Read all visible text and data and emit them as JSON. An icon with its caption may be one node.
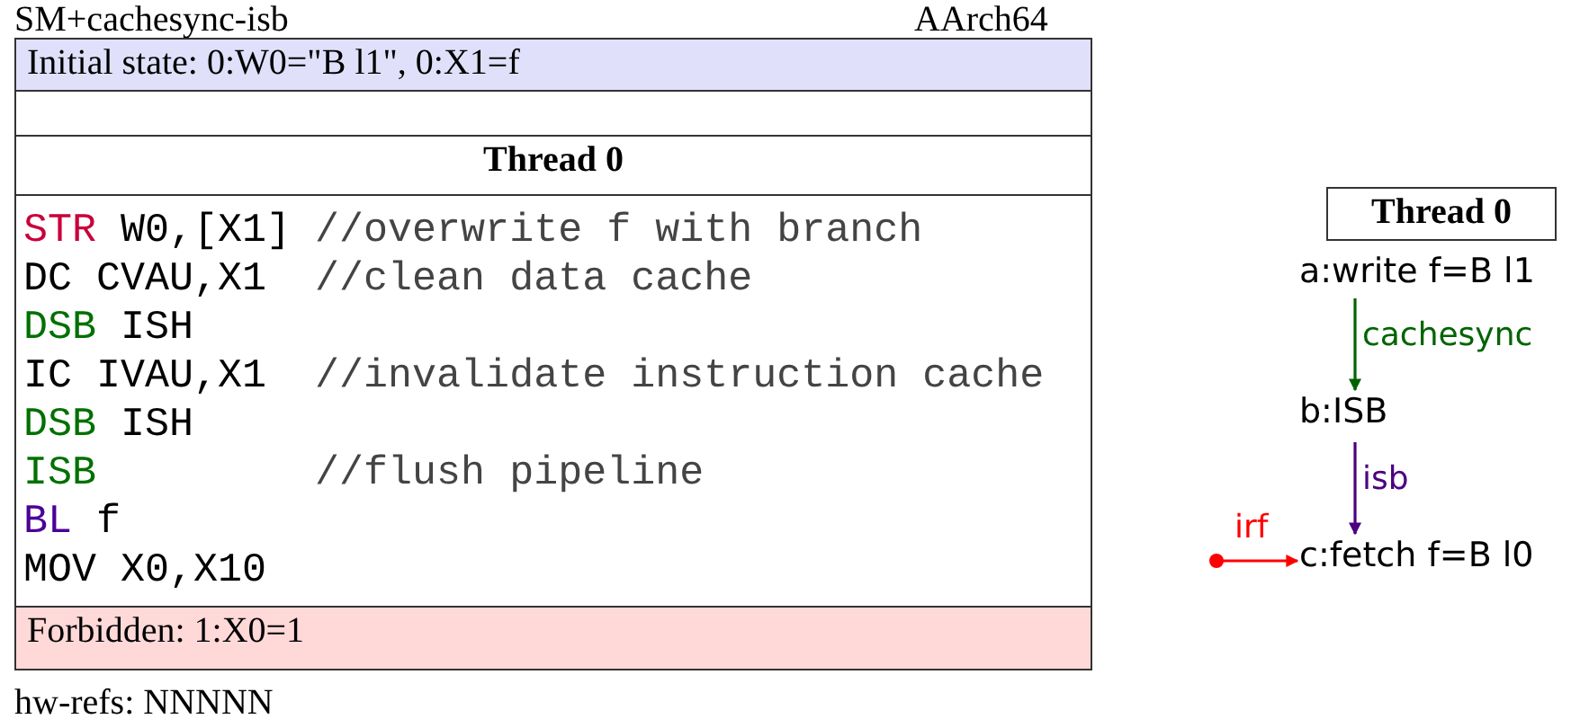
{
  "diagram": {
    "title": "SM+cachesync-isb",
    "nodes": [
      {
        "text": [
          "Initial state: 0:W0=\"B l1\", 0:X1=f"
        ]
      },
      {
        "text": [
          "Thread 0"
        ]
      },
      {
        "text": [
          "STR W0,[X1] //overwrite f with branch",
          "DC CVAU,X1  //clean data cache",
          "DSB ISH",
          "IC IVAU,X1  //invalidate instruction cache",
          "DSB ISH",
          "ISB         //flush pipeline",
          "BL f",
          "MOV X0,X10"
        ]
      },
      {
        "text": [
          "Forbidden: 1:X0=1"
        ]
      },
      {
        "text": [
          "Thread 0"
        ]
      },
      {
        "text": [
          "a:write f=B l1"
        ]
      },
      {
        "text": [
          "b:ISB"
        ]
      },
      {
        "text": [
          "c:fetch f=B l0"
        ]
      }
    ],
    "edges": [
      {
        "from": 5,
        "to": 6,
        "arrow": "to",
        "label": "cachesync",
        "color": "#006400"
      },
      {
        "from": 6,
        "to": 7,
        "arrow": "to",
        "label": "isb",
        "color": "#4b0082"
      },
      {
        "from": null,
        "to": 7,
        "arrow": "to",
        "label": "irf",
        "color": "#ff0000"
      }
    ],
    "labels": [
      "AArch64",
      "hw-refs: NNNNN"
    ]
  }
}
